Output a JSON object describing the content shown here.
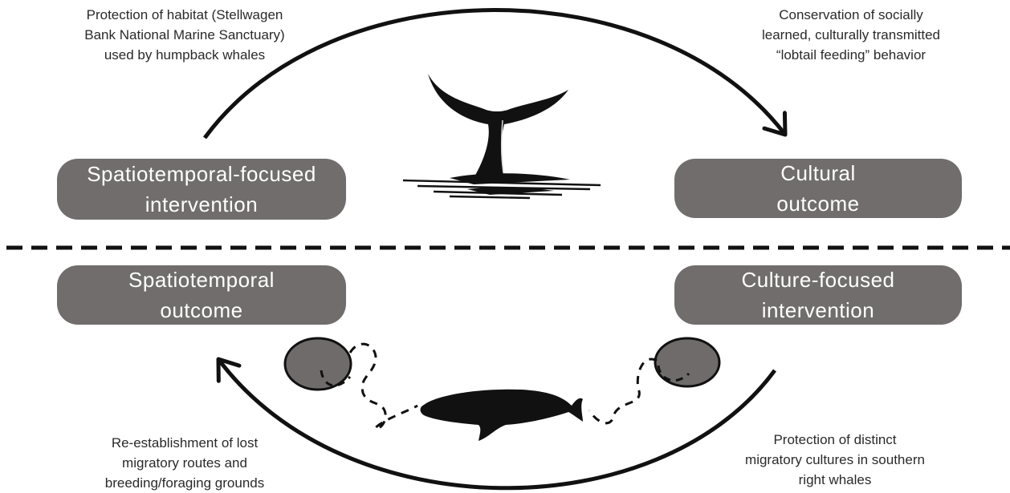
{
  "top": {
    "left_caption": "Protection of habitat (Stellwagen\nBank National Marine Sanctuary)\nused by humpback whales",
    "right_caption": "Conservation of socially\nlearned, culturally transmitted\n“lobtail feeding” behavior",
    "left_box": "Spatiotemporal-focused\nintervention",
    "right_box": "Cultural\noutcome"
  },
  "bottom": {
    "left_box": "Spatiotemporal\noutcome",
    "right_box": "Culture-focused\nintervention",
    "left_caption": "Re-establishment of lost\nmigratory routes and\nbreeding/foraging grounds",
    "right_caption": "Protection of distinct\nmigratory cultures in southern\nright whales"
  },
  "icons": {
    "top": "humpback-whale-tail-icon",
    "bottom": "right-whale-icon"
  },
  "colors": {
    "box_fill": "#706d6c",
    "box_text": "#ffffff",
    "ground_fill": "#6e6b6a",
    "ink": "#111111"
  }
}
